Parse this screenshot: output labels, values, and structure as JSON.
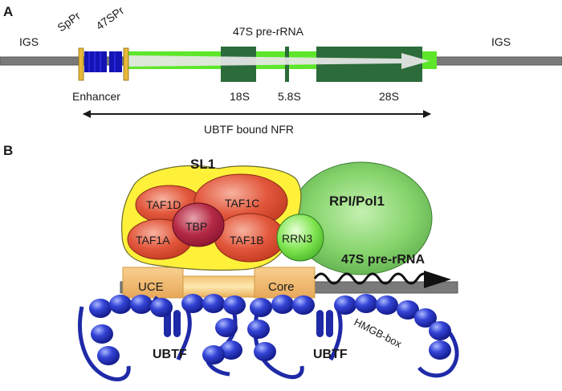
{
  "panel_a": {
    "letter": "A",
    "igs_left": "IGS",
    "igs_right": "IGS",
    "sppr": "SpPr",
    "p47s": "47SPr",
    "transcript": "47S pre-rRNA",
    "enhancer": "Enhancer",
    "r18s": "18S",
    "r58s": "5.8S",
    "r28s": "28S",
    "nfr": "UBTF bound NFR"
  },
  "panel_b": {
    "letter": "B",
    "sl1": "SL1",
    "taf1d": "TAF1D",
    "taf1c": "TAF1C",
    "tbp": "TBP",
    "taf1a": "TAF1A",
    "taf1b": "TAF1B",
    "rrn3": "RRN3",
    "pol1": "RPI/Pol1",
    "transcript": "47S pre-rRNA",
    "uce": "UCE",
    "core": "Core",
    "ubtf_left": "UBTF",
    "ubtf_right": "UBTF",
    "hmgb": "HMGB-box"
  },
  "colors": {
    "dna": "#7a7a7a",
    "transcribed_region": "#5ee62b",
    "mature_rrna": "#2c6b3a",
    "promoter_repeat": "#1414b4",
    "promoter_boundary": "#e8b93a",
    "sl1_blob": "#fff13a",
    "taf": "#d8432c",
    "tbp": "#a8203a",
    "pol1": "#7fd46a",
    "rrn3": "#6fe04a",
    "promoter_element": "#f2b96a",
    "ubtf": "#1f2aa8"
  }
}
